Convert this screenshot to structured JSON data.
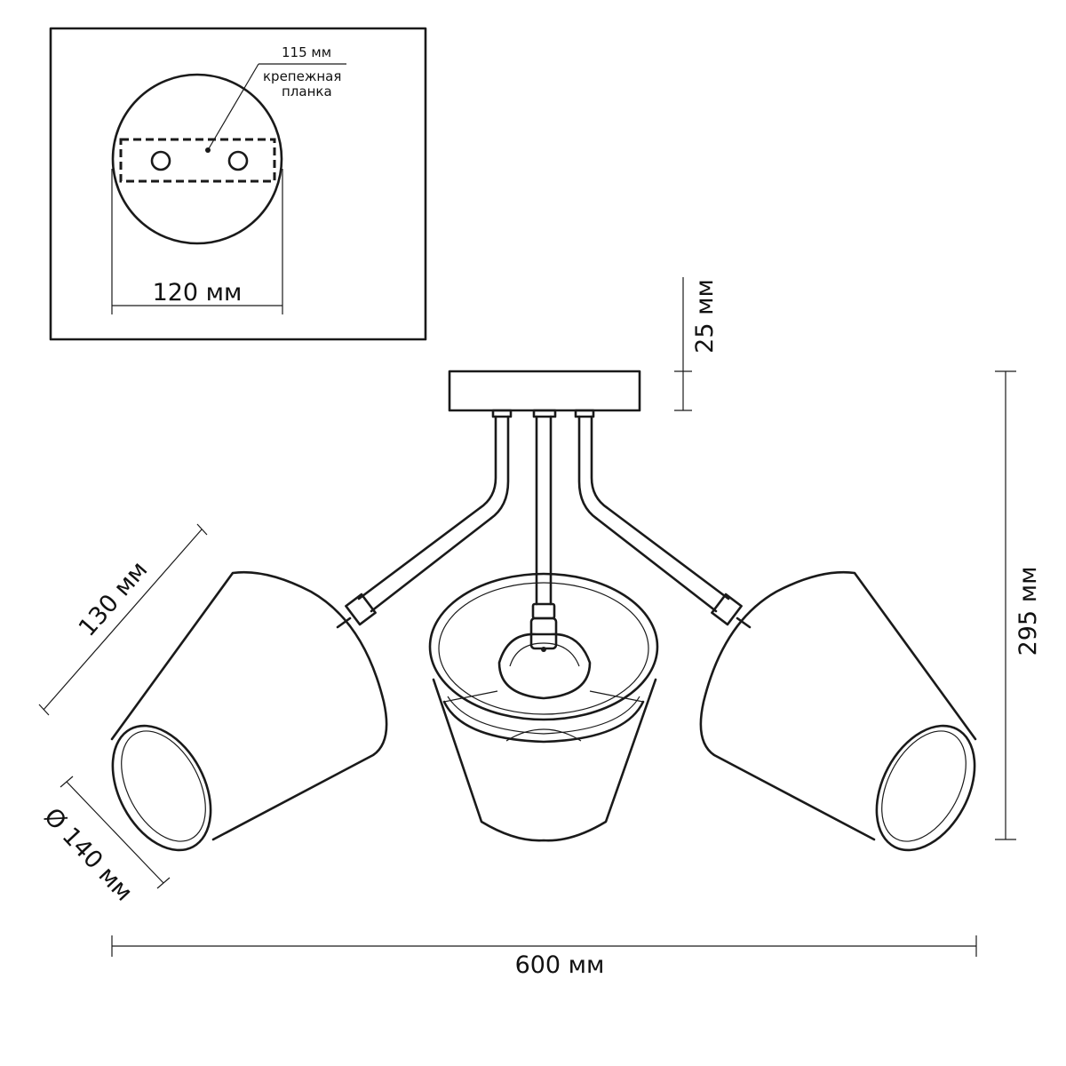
{
  "inset": {
    "top_label": "115 мм",
    "plate_label_line1": "крепежная",
    "plate_label_line2": "планка",
    "width_label": "120 мм"
  },
  "dimensions": {
    "canopy_height": "25 мм",
    "total_height": "295 мм",
    "shade_length": "130 мм",
    "shade_diameter": "Ø 140 мм",
    "total_width": "600 мм"
  }
}
